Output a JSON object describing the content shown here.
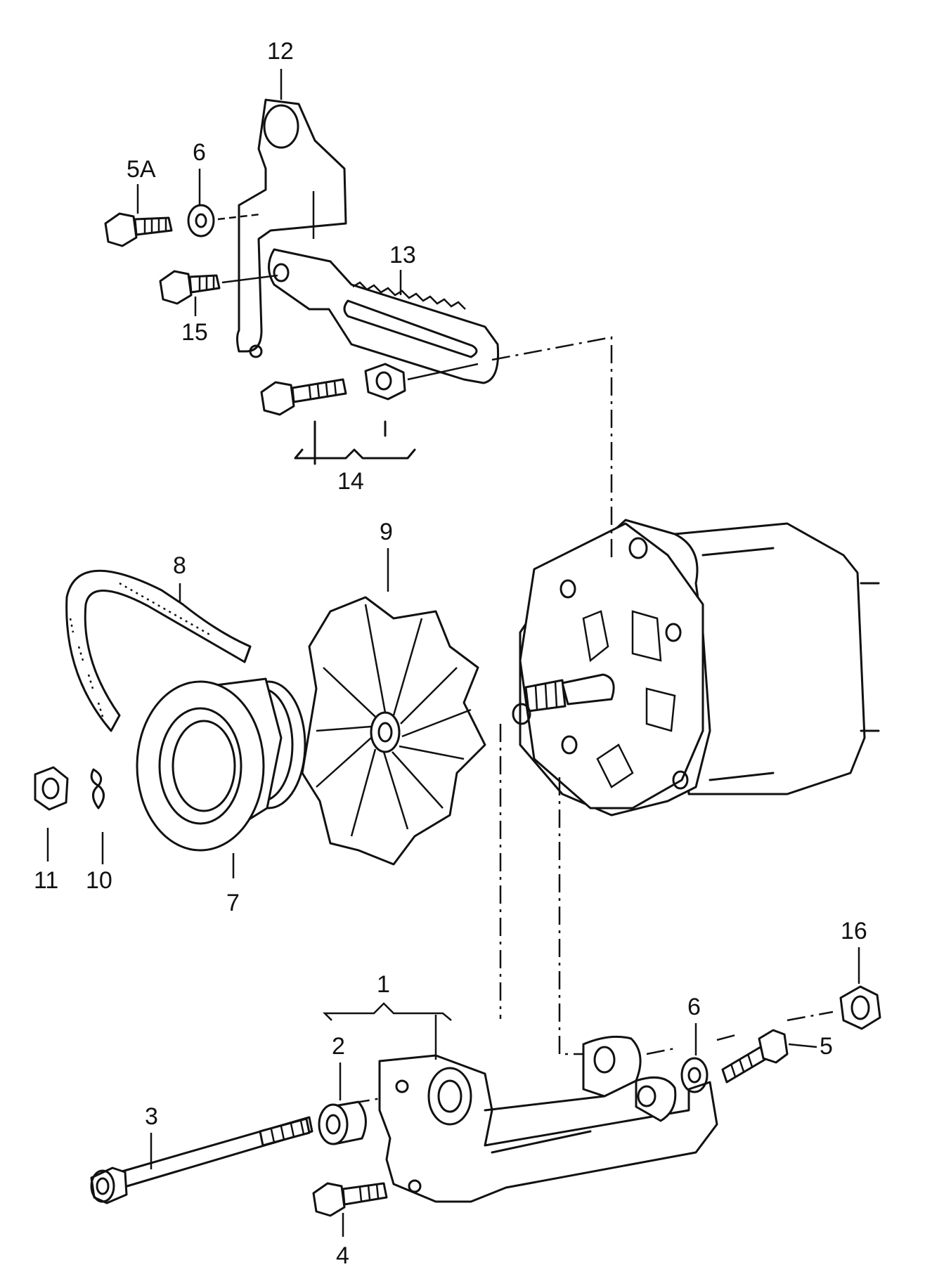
{
  "labels": {
    "p1": "1",
    "p2": "2",
    "p3": "3",
    "p4": "4",
    "p5": "5",
    "p5a": "5A",
    "p6_top": "6",
    "p6_bottom": "6",
    "p7": "7",
    "p8": "8",
    "p9": "9",
    "p10": "10",
    "p11": "11",
    "p12": "12",
    "p13": "13",
    "p14": "14",
    "p15": "15",
    "p16": "16"
  }
}
